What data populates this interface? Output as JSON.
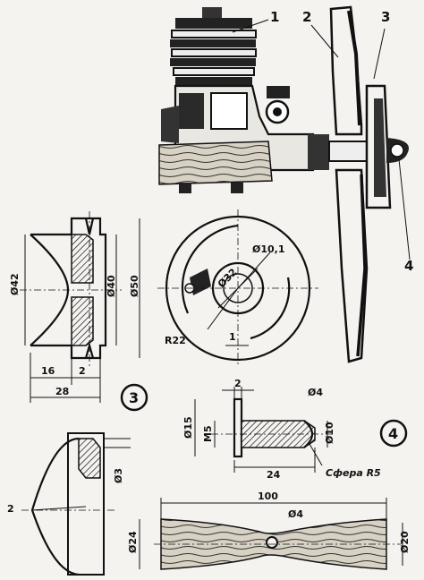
{
  "callouts": {
    "engine": "1",
    "propeller": "2",
    "pulley": "3",
    "hub": "4"
  },
  "pulley_view": {
    "number": "3",
    "dims": {
      "d42": "Ø42",
      "d40": "Ø40",
      "d50": "Ø50",
      "w16": "16",
      "w2": "2",
      "w28": "28",
      "d3": "Ø3",
      "w2b": "2"
    }
  },
  "disc_view": {
    "dims": {
      "d10": "Ø10,1",
      "d32": "Ø32",
      "r22": "R22",
      "w1": "1"
    }
  },
  "hub_view": {
    "number": "4",
    "dims": {
      "w2": "2",
      "d4": "Ø4",
      "d15": "Ø15",
      "m5": "M5",
      "d10": "Ø10",
      "w24": "24",
      "sphere": "Сфера R5"
    }
  },
  "spinner_view": {
    "dims": {
      "w100": "100",
      "d4": "Ø4",
      "d24": "Ø24",
      "d20": "Ø20"
    }
  },
  "colors": {
    "ink": "#111111",
    "paper": "#f4f3f0",
    "wood": "#c9c3b6"
  }
}
